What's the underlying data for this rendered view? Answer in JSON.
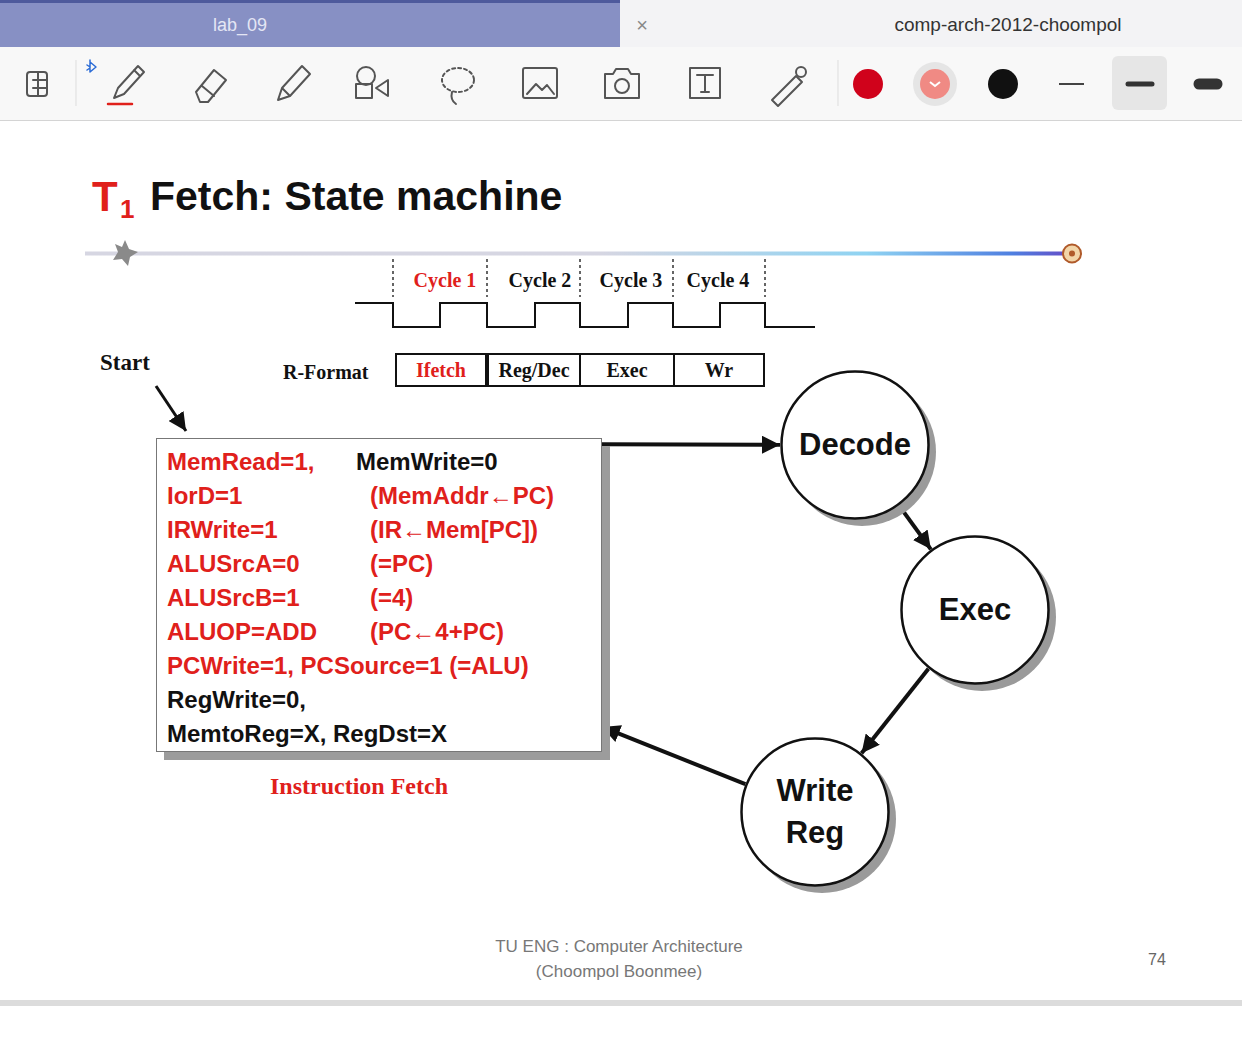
{
  "diagram": {
    "title": "Fetch: State machine",
    "nodes": [
      {
        "text": [
          "Ifetch"
        ]
      },
      {
        "text": [
          "Reg/Dec"
        ]
      },
      {
        "text": [
          "Exec"
        ]
      },
      {
        "text": [
          "Wr"
        ]
      },
      {
        "text": [
          "MemRead=1,",
          "MemWrite=0",
          "IorD=1",
          "(MemAddr←PC)",
          "IRWrite=1",
          "(IR←Mem[PC])",
          "ALUSrcA=0",
          "(=PC)",
          "ALUSrcB=1",
          "(=4)",
          "ALUOP=ADD",
          "(PC←4+PC)",
          "PCWrite=1, PCSource=1 (=ALU)",
          "RegWrite=0,",
          "MemtoReg=X, RegDst=X",
          "Instruction Fetch"
        ]
      },
      {
        "text": [
          "Decode"
        ]
      },
      {
        "text": [
          "Exec"
        ]
      },
      {
        "text": [
          "Write Reg"
        ]
      }
    ],
    "edges": [
      {
        "from": 4,
        "to": 5,
        "arrow": "to"
      },
      {
        "from": 5,
        "to": 6,
        "arrow": "to"
      },
      {
        "from": 6,
        "to": 7,
        "arrow": "to"
      },
      {
        "from": 7,
        "to": 4,
        "arrow": "to"
      }
    ],
    "labels": [
      "lab_09",
      "×",
      "comp-arch-2012-choompol",
      "T",
      "1",
      "Cycle 1",
      "Cycle 2",
      "Cycle 3",
      "Cycle 4",
      "R-Format",
      "Start",
      "TU ENG : Computer Architecture",
      "(Choompol Boonmee)",
      "74"
    ]
  }
}
